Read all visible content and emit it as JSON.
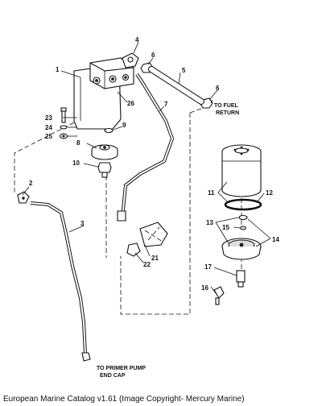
{
  "part_numbers": {
    "p1": "1",
    "p2": "2",
    "p3": "3",
    "p4": "4",
    "p5": "5",
    "p6a": "6",
    "p6b": "6",
    "p7": "7",
    "p8": "8",
    "p9": "9",
    "p10": "10",
    "p11": "11",
    "p12": "12",
    "p13": "13",
    "p14": "14",
    "p15": "15",
    "p16": "16",
    "p17": "17",
    "p21": "21",
    "p22": "22",
    "p23": "23",
    "p24": "24",
    "p25": "25",
    "p26": "26"
  },
  "callouts": {
    "fuel_return_line1": "TO FUEL",
    "fuel_return_line2": "RETURN",
    "primer_pump_line1": "TO PRIMER PUMP",
    "primer_pump_line2": "END CAP"
  },
  "caption": "European Marine Catalog v1.61 (Image Copyright- Mercury Marine)"
}
